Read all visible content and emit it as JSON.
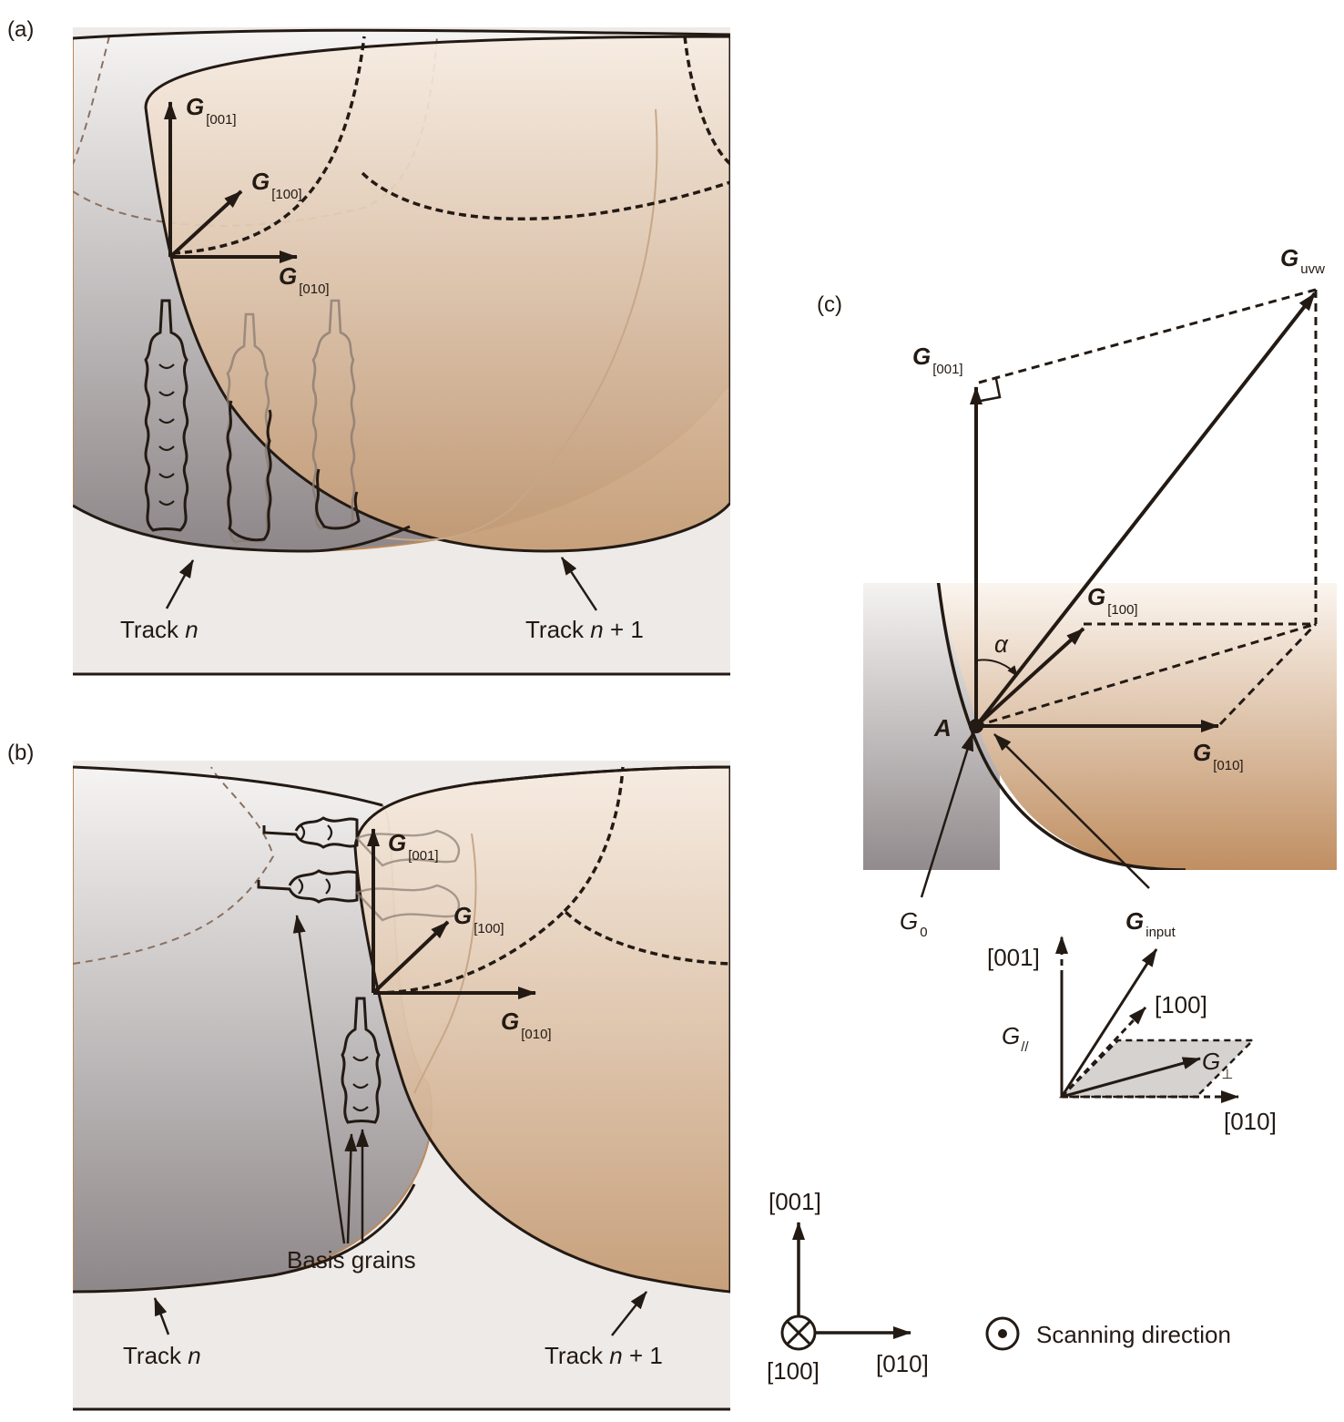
{
  "panels": {
    "a": "(a)",
    "b": "(b)",
    "c": "(c)"
  },
  "vector_symbol": "G",
  "panel_a": {
    "g001_sub": "[001]",
    "g100_sub": "[100]",
    "g010_sub": "[010]",
    "track_n": "Track ",
    "track_n_var": "n",
    "track_n1": "Track ",
    "track_n1_var": "n",
    "track_n1_tail": " + 1"
  },
  "panel_b": {
    "g001_sub": "[001]",
    "g100_sub": "[100]",
    "g010_sub": "[010]",
    "basis_grains": "Basis grains",
    "track_n": "Track ",
    "track_n_var": "n",
    "track_n1": "Track ",
    "track_n1_var": "n",
    "track_n1_tail": " + 1"
  },
  "panel_c": {
    "guvw_sub": "uvw",
    "g001_sub": "[001]",
    "g100_sub": "[100]",
    "g010_sub": "[010]",
    "alpha": "α",
    "point_a": "A",
    "g0_sub": "0",
    "ginput_sub": "input",
    "dir_001": "[001]",
    "dir_100": "[100]",
    "dir_010": "[010]",
    "g_par_sub": "//",
    "g_perp_sub": "⊥"
  },
  "axes_legend": {
    "axis_001": "[001]",
    "axis_010": "[010]",
    "axis_100": "[100]",
    "scanning_direction": "Scanning direction"
  },
  "colors": {
    "ink": "#231a14",
    "copper": "#b98a5e",
    "copper_light": "#f3e6d8",
    "grey_dark": "#8f8789",
    "grey_light": "#f2efed",
    "substrate": "#eeeae7"
  }
}
